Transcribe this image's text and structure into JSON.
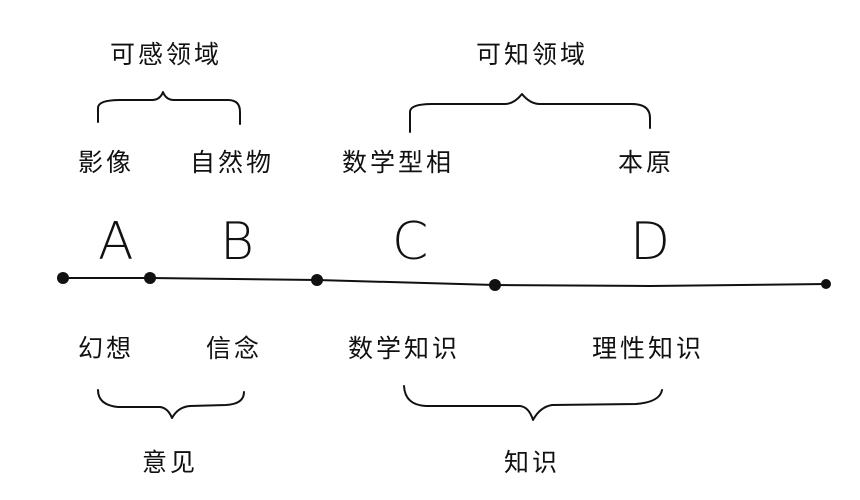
{
  "top": {
    "visible_realm": "可感领域",
    "intelligible_realm": "可知领域",
    "images": "影像",
    "natural_things": "自然物",
    "mathematical_forms": "数学型相",
    "originals": "本原"
  },
  "line": {
    "segments": [
      "A",
      "B",
      "C",
      "D"
    ]
  },
  "bottom": {
    "imagination": "幻想",
    "belief": "信念",
    "mathematical_knowledge": "数学知识",
    "rational_knowledge": "理性知识",
    "opinion": "意见",
    "knowledge": "知识"
  },
  "style": {
    "ink_color": "#111111",
    "background": "#ffffff"
  }
}
